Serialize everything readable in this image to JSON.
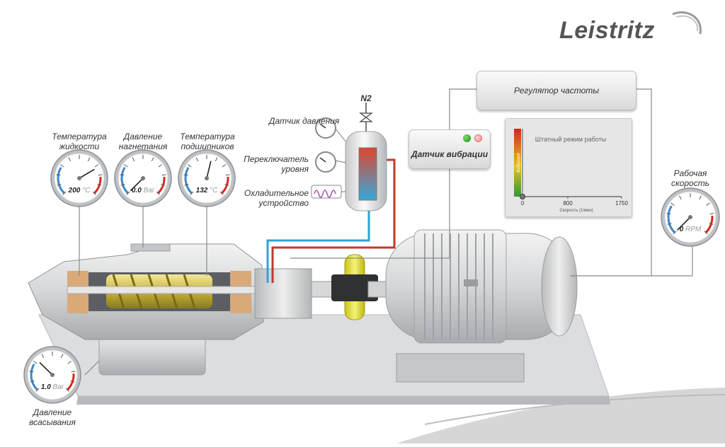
{
  "brand": {
    "name": "Leistritz"
  },
  "controller": {
    "label": "Регулятор частоты"
  },
  "vibration_sensor": {
    "label": "Датчик вибрации"
  },
  "tank": {
    "pressure_sensor_label": "Датчик давления",
    "level_switch_label": "Переключатель уровня",
    "cooler_label": "Охладительное устройство",
    "gas_label": "N2"
  },
  "gauges": [
    {
      "id": "fluid-temperature",
      "title": "Температура жидкости",
      "value": "200",
      "unit": "°C",
      "fraction": 0.72
    },
    {
      "id": "discharge-pressure",
      "title": "Давление нагнетания",
      "value": "0.0",
      "unit": "Bar",
      "fraction": 0.0
    },
    {
      "id": "bearing-temperature",
      "title": "Температура подшипников",
      "value": "132",
      "unit": "°C",
      "fraction": 0.55
    },
    {
      "id": "operating-speed",
      "title": "Рабочая скорость",
      "value": "0",
      "unit": "RPM",
      "fraction": 0.0
    },
    {
      "id": "suction-pressure",
      "title": "Давление всасывания",
      "value": "1.0",
      "unit": "Bar",
      "fraction": 0.33
    }
  ],
  "chart_data": {
    "type": "line",
    "title": "Штатный режим работы",
    "xlabel": "Скорость (1/мин)",
    "ylabel": "Вибрация",
    "x_ticks": [
      0,
      800,
      1750
    ],
    "xlim": [
      0,
      1750
    ],
    "series": [
      {
        "x": [
          0,
          0
        ],
        "y": [
          0,
          0
        ]
      }
    ],
    "colors": {
      "scale_top": "#d9261c",
      "scale_mid": "#e8c21a",
      "scale_bottom": "#2c9a34"
    }
  },
  "colors": {
    "hot_line": "#c0392b",
    "cold_line": "#2ea3d6",
    "tank_top": "#e0452e",
    "tank_bottom": "#35a9d9"
  }
}
